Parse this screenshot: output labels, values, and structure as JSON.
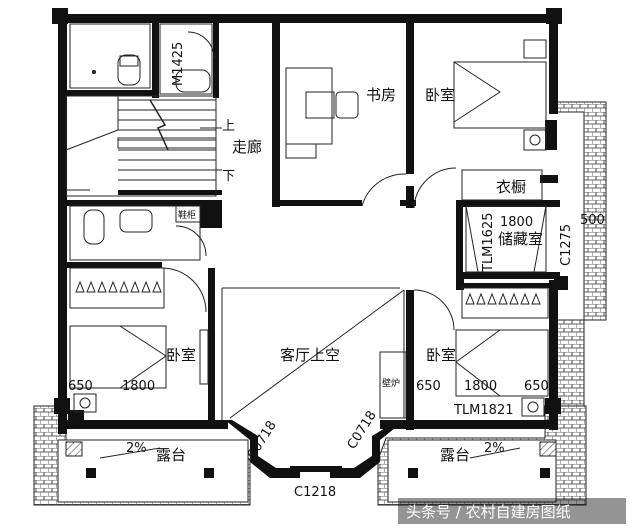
{
  "rooms": {
    "corridor": "走廊",
    "study": "书房",
    "bedroom_ne": "卧室",
    "wardrobe": "衣橱",
    "storage": "储藏室",
    "bedroom_w": "卧室",
    "living_void": "客厅上空",
    "bedroom_se": "卧室",
    "terrace_l": "露台",
    "terrace_r": "露台"
  },
  "stairs": {
    "up": "上",
    "down": "下"
  },
  "fixtures": {
    "shoe_cabinet": "鞋柜",
    "wall_cabinet": "壁炉"
  },
  "labels": {
    "window_m1425": "M1425",
    "window_tlm1625": "TLM1625",
    "dim_1800_storage": "1800",
    "window_c1275": "C1275",
    "dim_500": "500",
    "dim_bed_w_650": "650",
    "dim_bed_w_1800": "1800",
    "dim_bed_se_650_l": "650",
    "dim_bed_se_1800": "1800",
    "dim_bed_se_650_r": "650",
    "window_tlm1821": "TLM1821",
    "window_c0718_l": "C0718",
    "window_c0718_r": "C0718",
    "window_c1218": "C1218",
    "slope_l": "2%",
    "slope_r": "2%"
  },
  "watermark": "头条号 / 农村自建房图纸"
}
